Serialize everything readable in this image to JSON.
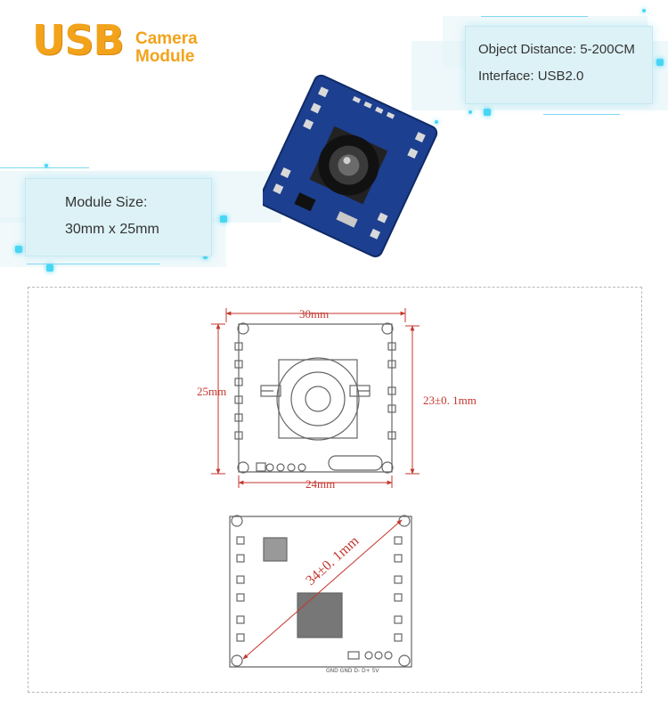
{
  "header": {
    "logo_main": "USB",
    "logo_sub_line1": "Camera",
    "logo_sub_line2": "Module"
  },
  "spec_top": {
    "distance": "Object Distance: 5-200CM",
    "interface": "Interface: USB2.0"
  },
  "spec_left": {
    "size_label": "Module Size:",
    "size_value": "30mm x 25mm"
  },
  "drawing": {
    "width_dim": "30mm",
    "height_dim": "25mm",
    "inner_height_dim": "23±0. 1mm",
    "bottom_dim": "24mm",
    "diagonal_dim": "34±0. 1mm",
    "pin_labels": "GND GND D- D+ 5V"
  },
  "colors": {
    "logo": "#f2a31b",
    "dimension": "#c4362e",
    "accent_glow": "#48d6f4",
    "pcb": "#1c3f8f"
  }
}
